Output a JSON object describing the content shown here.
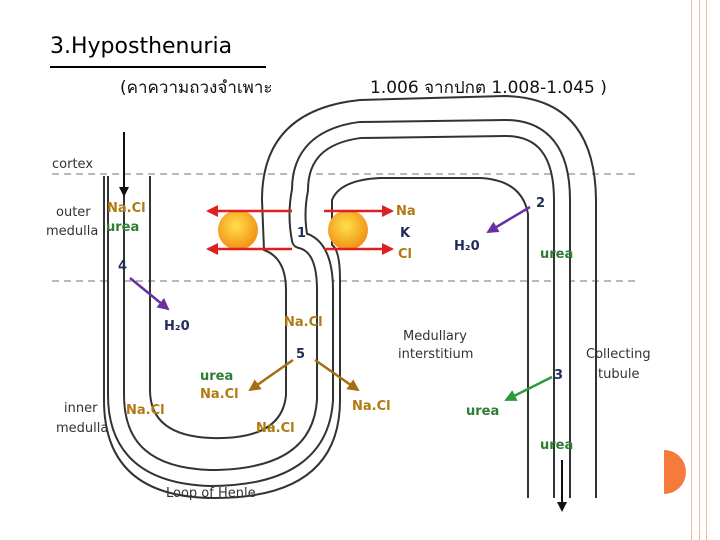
{
  "slide": {
    "title": "3.Hyposthenuria",
    "subtitle_left": "(คาความถวงจำเพาะ",
    "subtitle_right": "1.006 จากปกต   1.008-1.045 )"
  },
  "diagram": {
    "zone_cortex": "cortex",
    "zone_outer_1": "outer",
    "zone_outer_2": "medulla",
    "zone_inner_1": "inner",
    "zone_inner_2": "medulla",
    "in_nacl": "Na.Cl",
    "in_urea": "urea",
    "num_1": "1",
    "ion_na": "Na",
    "ion_k": "K",
    "ion_cl": "Cl",
    "num_2": "2",
    "h2o_top": "H₂0",
    "urea_cd_top": "urea",
    "num_4": "4",
    "h2o_desc": "H₂0",
    "nacl_asc": "Na.Cl",
    "num_5": "5",
    "urea_5": "urea",
    "nacl_5a": "Na.Cl",
    "nacl_5b": "Na.Cl",
    "medullary_1": "Medullary",
    "medullary_2": "interstitium",
    "collecting_1": "Collecting",
    "collecting_2": "tubule",
    "num_3": "3",
    "urea_3": "urea",
    "urea_bottom": "urea",
    "nacl_inner": "Na.Cl",
    "nacl_bottom": "Na.Cl",
    "loop_label": "Loop of Henle"
  },
  "colors": {
    "gold": "#b07a10",
    "navy": "#1f2d57",
    "green": "#2e7d32",
    "red_arrow": "#e02020",
    "purple_arrow": "#6a2fa3",
    "green_arrow": "#2e9a3a",
    "gold_arrow": "#a36d12",
    "accent_orange": "#f47b3b"
  }
}
